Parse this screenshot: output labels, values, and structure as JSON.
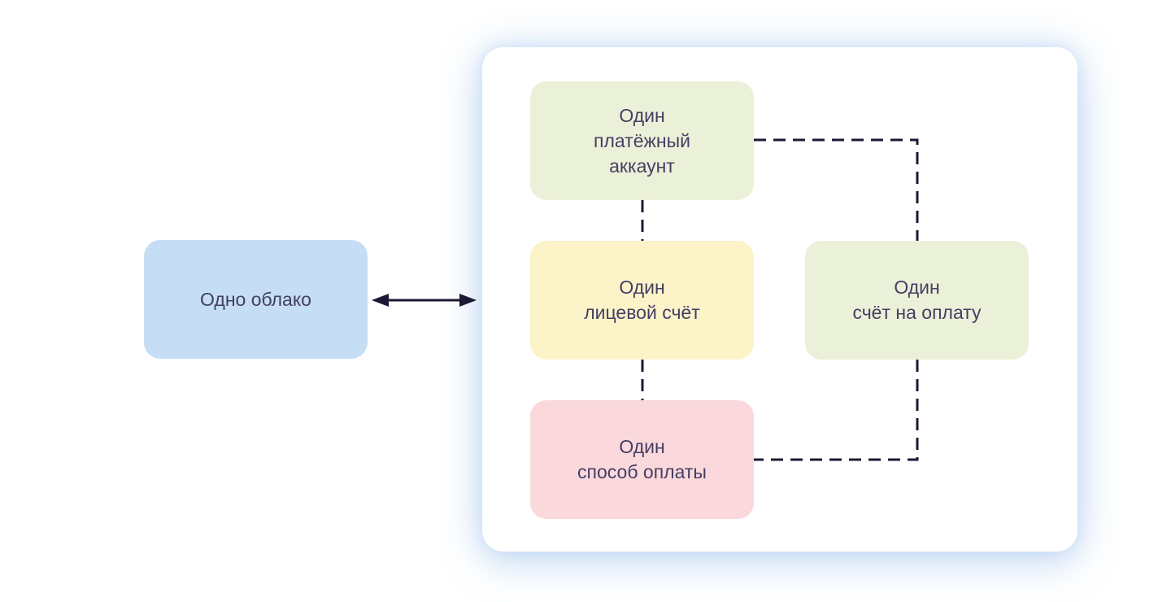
{
  "colors": {
    "cloud-fill": "#c5def6",
    "green-fill": "#ebf1d8",
    "yellow-fill": "#fcf3c9",
    "pink-fill": "#fbd8dc",
    "panel-fill": "#ffffff",
    "text": "#443f63",
    "line": "#1d1934"
  },
  "nodes": {
    "cloud": {
      "lines": [
        "Одно облако"
      ]
    },
    "billing_account": {
      "lines": [
        "Один",
        "платёжный",
        "аккаунт"
      ]
    },
    "personal_account": {
      "lines": [
        "Один",
        "лицевой счёт"
      ]
    },
    "invoice": {
      "lines": [
        "Один",
        "счёт на оплату"
      ]
    },
    "payment_method": {
      "lines": [
        "Один",
        "способ оплаты"
      ]
    }
  }
}
